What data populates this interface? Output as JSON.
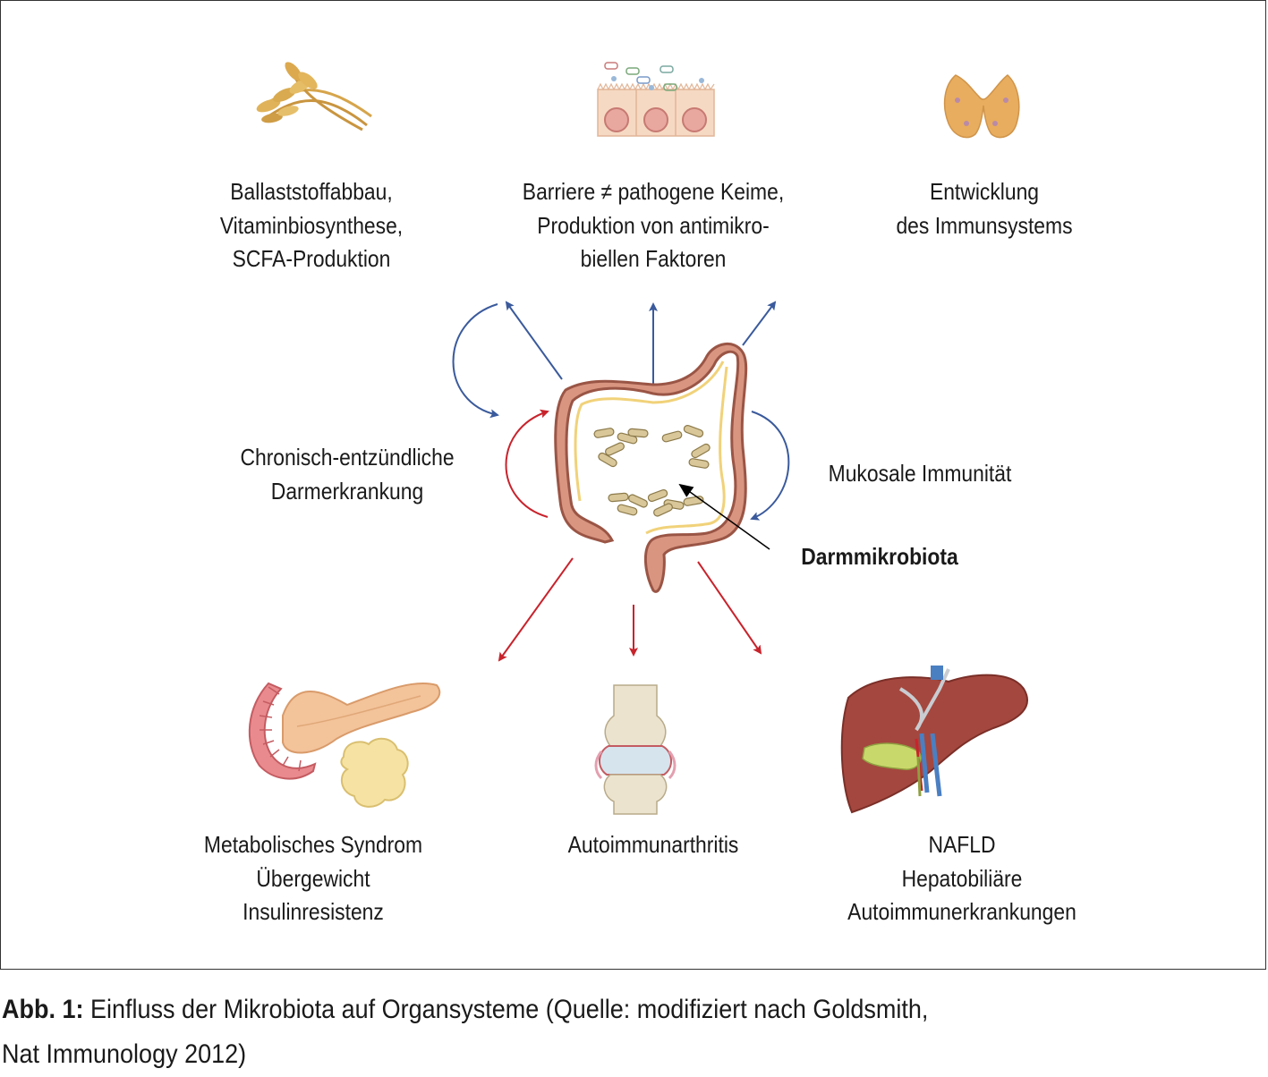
{
  "functions": {
    "digestion": [
      "Ballaststoffabbau,",
      "Vitaminbiosynthese,",
      "SCFA-Produktion"
    ],
    "barrier": [
      "Barriere ≠ pathogene Keime,",
      "Produktion von antimikro-",
      "biellen Faktoren"
    ],
    "immune_development": [
      "Entwicklung",
      "des Immunsystems"
    ]
  },
  "center": {
    "ibd": [
      "Chronisch-entzündliche",
      "Darmerkrankung"
    ],
    "mucosal": [
      "Mukosale Immunität"
    ],
    "microbiota": "Darmmikrobiota"
  },
  "diseases": {
    "metabolic": [
      "Metabolisches Syndrom",
      "Übergewicht",
      "Insulinresistenz"
    ],
    "arthritis": [
      "Autoimmunarthritis"
    ],
    "liver": [
      "NAFLD",
      "Hepatobiliäre",
      "Autoimmunerkrankungen"
    ]
  },
  "caption": {
    "prefix": "Abb. 1:",
    "line1": " Einfluss der Mikrobiota auf Organsysteme (Quelle: modifiziert nach Goldsmith,",
    "line2": "Nat Immunology 2012)"
  },
  "colors": {
    "positive_arrow": "#3a5a9c",
    "negative_arrow": "#c8232c",
    "pointer_arrow": "#000000"
  },
  "icons": [
    "wheat-icon",
    "epithelium-icon",
    "thymus-icon",
    "intestine-icon",
    "pancreas-icon",
    "joint-icon",
    "liver-icon"
  ]
}
